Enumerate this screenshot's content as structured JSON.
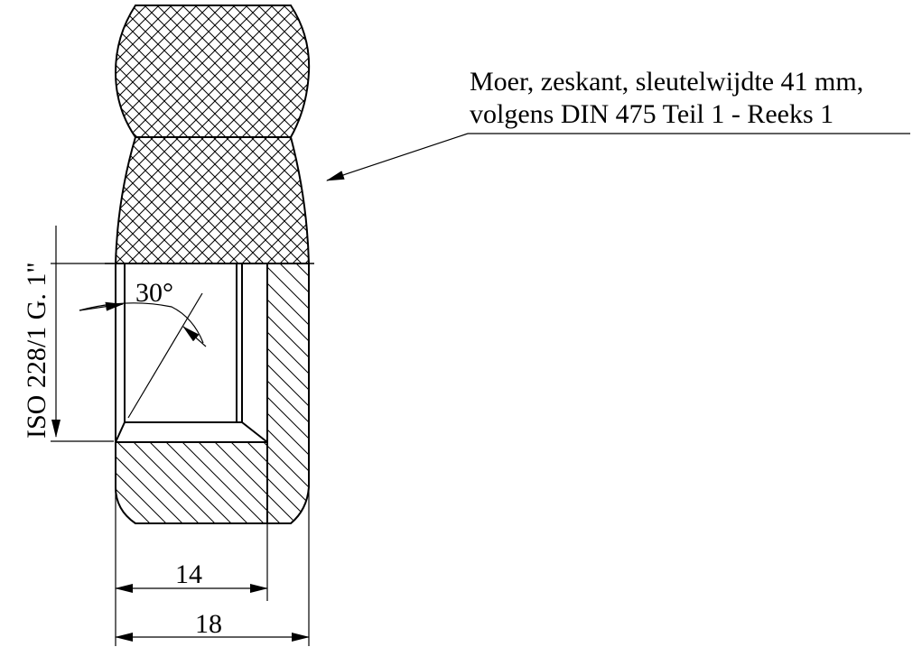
{
  "callout": {
    "line1": "Moer, zeskant, sleutelwijdte 41 mm,",
    "line2": "volgens DIN 475 Teil 1 - Reeks 1"
  },
  "thread_label": "ISO 228/1 G. 1\"",
  "angle_label": "30°",
  "dimensions": {
    "inner": "14",
    "outer": "18"
  },
  "colors": {
    "ink": "#000000",
    "paper": "#ffffff"
  }
}
